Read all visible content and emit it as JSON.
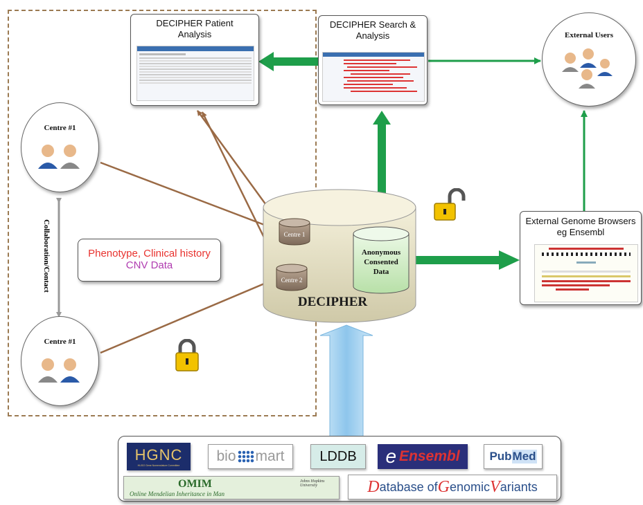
{
  "patient_analysis": {
    "title_line1": "DECIPHER Patient",
    "title_line2": "Analysis"
  },
  "search_analysis": {
    "title_line1": "DECIPHER Search &",
    "title_line2": "Analysis"
  },
  "external_users": {
    "title": "External Users"
  },
  "genome_browsers": {
    "title_line1": "External Genome Browsers",
    "title_line2": "eg Ensembl"
  },
  "centre_top": {
    "title": "Centre #1"
  },
  "centre_bottom": {
    "title": "Centre #1"
  },
  "collaboration_label": "Collaboration/Contact",
  "phenotype_box": {
    "line1": "Phenotype, Clinical history",
    "line2": "CNV Data"
  },
  "database": {
    "title": "DECIPHER",
    "centre1": "Centre 1",
    "centre2": "Centre 2",
    "anonymous_line1": "Anonymous",
    "anonymous_line2": "Consented",
    "anonymous_line3": "Data"
  },
  "sources": {
    "hgnc": "HGNC",
    "hgnc_sub": "HUGO Gene Nomenclature Committee",
    "biomart_a": "bio",
    "biomart_b": "mart",
    "lddb": "LDDB",
    "ensembl_e": "e",
    "ensembl_name": "Ensembl",
    "pubmed_a": "Pub",
    "pubmed_b": "Med",
    "omim_title": "OMIM",
    "omim_sub": "Online Mendelian Inheritance in Man",
    "jhu": "Johns Hopkins University",
    "dgv_d": "D",
    "dgv_1": "atabase of ",
    "dgv_g": "G",
    "dgv_2": "enomic ",
    "dgv_v": "V",
    "dgv_3": "ariants"
  },
  "colors": {
    "green_arrow": "#1e9e4a",
    "brown_arrow": "#9a6a45",
    "blue_arrow": "#9fd0f0",
    "phenotype_red": "#e8322e",
    "cnv_purple": "#b03cb0",
    "lock_gold": "#f2c200",
    "dashed_border": "#9b7a52"
  }
}
